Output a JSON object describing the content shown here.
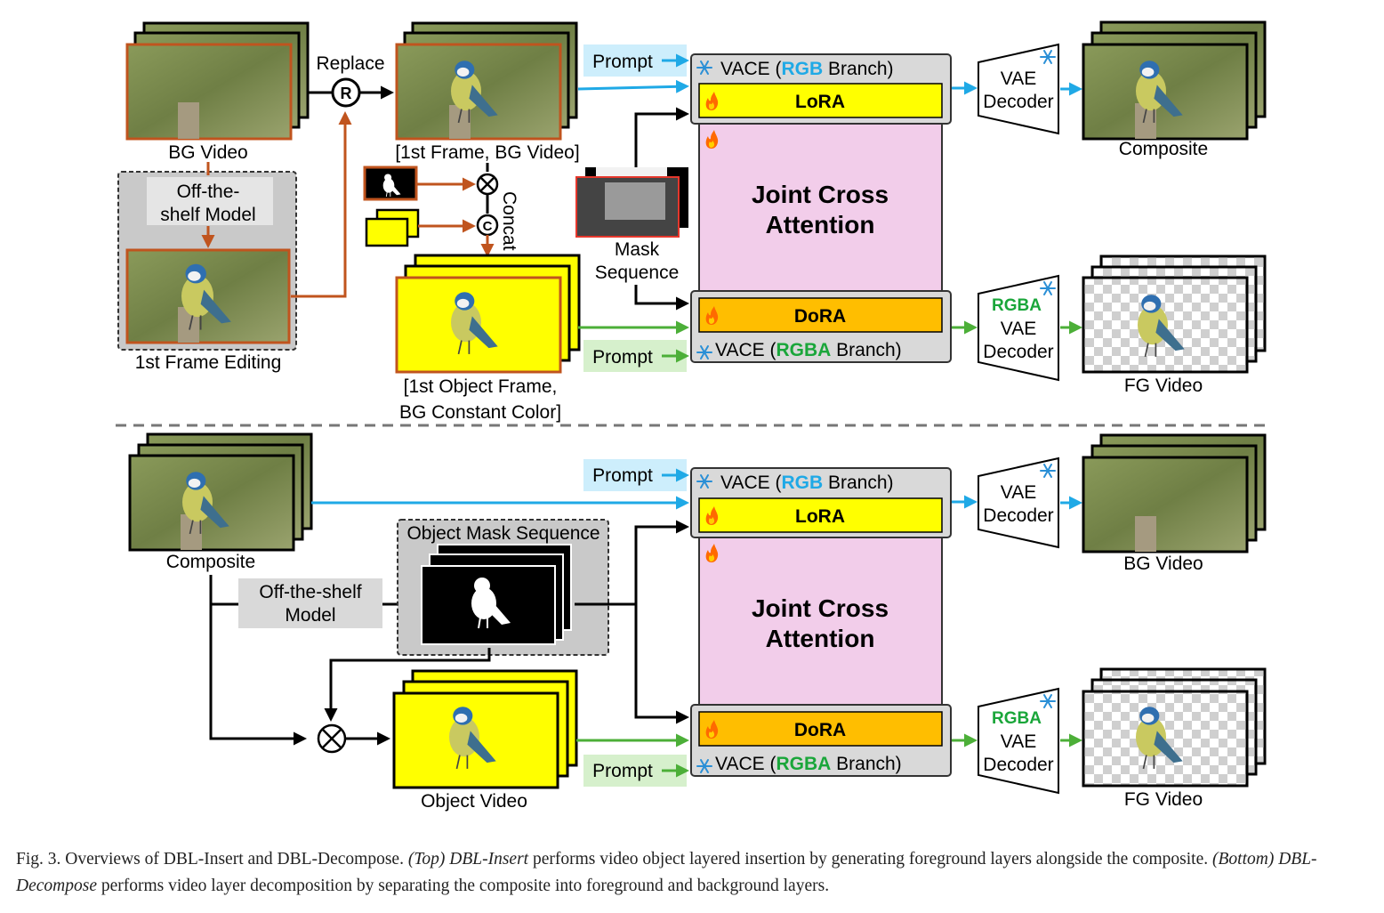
{
  "colors": {
    "blue": "#1fa9e6",
    "green": "#4caf38",
    "orange": "#c0541e",
    "yellow": "#ffff00",
    "gold": "#ffbe00",
    "pink": "#f2cdea",
    "gray_box": "#d9d9d9",
    "blue_text": "#1fa9e6",
    "green_text": "#1aa63a"
  },
  "icons": {
    "frozen": "snowflake-icon",
    "trainable": "flame-icon",
    "multiply": "circle-times-icon",
    "replace": "circle-R-icon",
    "concat": "circle-C-icon"
  },
  "top": {
    "bg_video": "BG Video",
    "replace": "Replace",
    "replace_symbol": "R",
    "offshelf_1": "Off-the-",
    "offshelf_2": "shelf Model",
    "first_frame_editing": "1st Frame Editing",
    "first_frame_bg_video": "[1st Frame, BG Video]",
    "concat": "Concat",
    "concat_symbol": "C",
    "object_frame_1": "[1st Object Frame,",
    "object_frame_2": "BG Constant Color]",
    "mask_1": "Mask",
    "mask_2": "Sequence",
    "prompt_rgb": "Prompt",
    "prompt_rgba": "Prompt",
    "vace_pre": "VACE (",
    "rgb": "RGB",
    "rgba": "RGBA",
    "branch_post": " Branch)",
    "lora": "LoRA",
    "dora": "DoRA",
    "jca_1": "Joint Cross",
    "jca_2": "Attention",
    "vae_1": "VAE",
    "vae_2": "Decoder",
    "composite": "Composite",
    "fg_video": "FG Video"
  },
  "bottom": {
    "composite": "Composite",
    "offshelf_1": "Off-the-shelf",
    "offshelf_2": "Model",
    "mask_seq": "Object Mask Sequence",
    "object_video": "Object Video",
    "prompt_rgb": "Prompt",
    "prompt_rgba": "Prompt",
    "vace_pre": "VACE (",
    "rgb": "RGB",
    "rgba": "RGBA",
    "branch_post": " Branch)",
    "lora": "LoRA",
    "dora": "DoRA",
    "jca_1": "Joint Cross",
    "jca_2": "Attention",
    "vae_1": "VAE",
    "vae_2": "Decoder",
    "bg_video": "BG Video",
    "fg_video": "FG Video"
  },
  "caption": {
    "lead": "Fig. 3.  Overviews of DBL-Insert and DBL-Decompose. ",
    "top_italic": "(Top) DBL-Insert",
    "top_text": " performs video object layered insertion by generating foreground layers alongside the composite. ",
    "bottom_italic": "(Bottom) DBL-Decompose",
    "bottom_text": " performs video layer decomposition by separating the composite into foreground and background layers."
  }
}
